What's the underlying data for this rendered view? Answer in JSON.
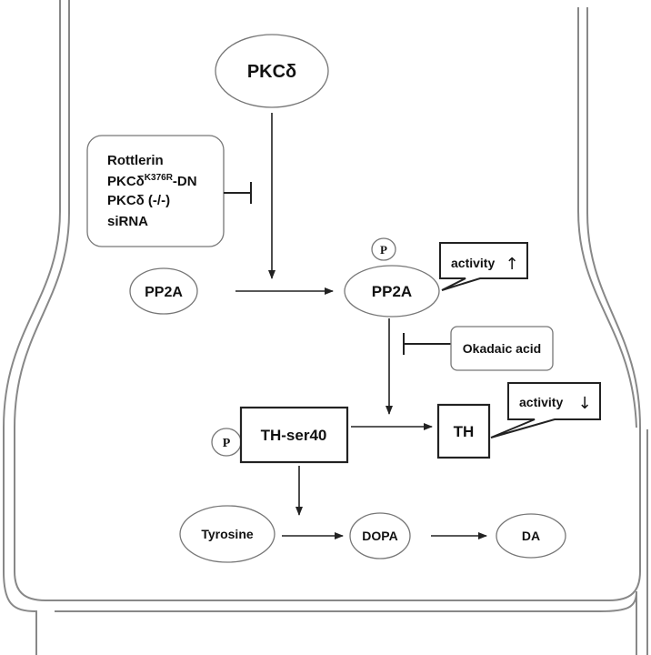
{
  "nodes": {
    "pkc_delta": "PKCδ",
    "pp2a_left": "PP2A",
    "pp2a_right": "PP2A",
    "phospho_pp2a": "P",
    "phospho_th": "P",
    "th_ser40": "TH-ser40",
    "th": "TH",
    "tyrosine": "Tyrosine",
    "dopa": "DOPA",
    "da": "DA"
  },
  "inhibitor_box": {
    "line1": "Rottlerin",
    "line2_base": "PKCδ",
    "line2_sup": "K376R",
    "line2_suffix": "-DN",
    "line3": "PKCδ (-/-)",
    "line4": "siRNA"
  },
  "okadaic_box": "Okadaic acid",
  "callouts": {
    "pp2a_activity": "activity",
    "pp2a_activity_arrow": "↑",
    "th_activity": "activity",
    "th_activity_arrow": "↓"
  },
  "colors": {
    "line": "#222222",
    "thin_border": "#777777",
    "membrane": "#888888"
  }
}
